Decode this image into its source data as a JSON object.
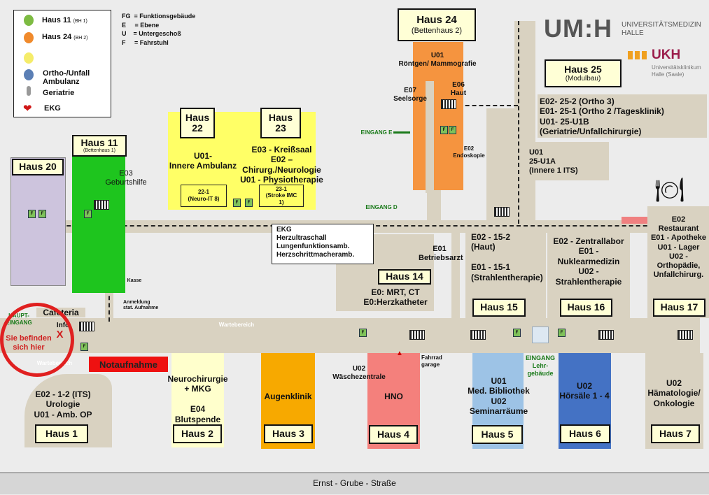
{
  "legend": {
    "items": [
      {
        "icon": "green-footprint-icon",
        "label": "Haus 11",
        "sub": "(BH 1)",
        "color": "#7dbb42"
      },
      {
        "icon": "orange-footprint-icon",
        "label": "Haus 24",
        "sub": "(BH 2)",
        "color": "#f08a2c"
      },
      {
        "icon": "yellow-footprint-icon",
        "label": "",
        "sub": "",
        "color": "#f5ec6a"
      },
      {
        "icon": "blue-footprint-icon",
        "label": "Ortho-/Unfall Ambulanz",
        "sub": "",
        "color": "#5b7fb5"
      },
      {
        "icon": "geriatric-person-icon",
        "label": "Geriatrie",
        "sub": ""
      },
      {
        "icon": "heart-icon",
        "label": "EKG",
        "sub": "",
        "color": "#d01818"
      }
    ],
    "abbreviations": [
      "FG  = Funktionsgebäude",
      "E     = Ebene",
      "U    = Untergeschoß",
      "F     = Fahrstuhl"
    ]
  },
  "logos": {
    "umh": "UM:H",
    "umh_text": "UNIVERSITÄTSMEDIZIN\nHALLE",
    "ukh": "UKH",
    "ukh_text": "Universitätsklinikum\nHalle (Saale)"
  },
  "colors": {
    "corridor": "#d9d2c1",
    "haus11": "#1ec51e",
    "haus20": "#cdc4dd",
    "haus22_23": "#ffff66",
    "haus24": "#f5943f",
    "haus2": "#ffffcc",
    "haus3": "#f7a900",
    "haus4": "#f4807c",
    "haus5": "#9dc3e6",
    "haus6": "#4472c4",
    "notaufnahme": "#ee1111",
    "you_are_here": "#e02020"
  },
  "buildings": {
    "haus20": {
      "label": "Haus 20"
    },
    "haus11": {
      "label": "Haus 11",
      "sub": "(Bettenhaus 1)",
      "text": "E03\nGeburtshilfe"
    },
    "haus22": {
      "label": "Haus\n22",
      "text": "U01-\nInnere Ambulanz",
      "room": "22-1\n(Neuro-IT 8)"
    },
    "haus23": {
      "label": "Haus\n23",
      "text": "E03 - Kreißsaal\nE02 –\nChirurg./Neurologie\nU01 - Physiotherapie",
      "room": "23-1\n(Stroke IMC\n1)"
    },
    "haus24": {
      "label": "Haus 24",
      "sub": "(Bettenhaus 2)",
      "text1": "U01\nRöntgen/ Mammografie",
      "text2": "E06\nHaut",
      "text3": "E07\nSeelsorge",
      "text4": "E02\nEndoskopie"
    },
    "haus25": {
      "label": "Haus 25",
      "sub": "(Modulbau)",
      "text1": "E02- 25-2 (Ortho 3)\nE01- 25-1 (Ortho 2 /Tagesklinik)\nU01- 25-U1B\n(Geriatrie/Unfallchirurgie)",
      "text2": "U01\n25-U1A\n(Innere 1 ITS)"
    },
    "haus14": {
      "label": "Haus 14",
      "text1": "E01\nBetriebsarzt",
      "text2": "E0: MRT, CT\nE0:Herzkatheter"
    },
    "ekg": {
      "text": "EKG\nHerzultraschall\nLungenfunktionsamb.\nHerzschrittmacheramb."
    },
    "haus15": {
      "label": "Haus 15",
      "text": "E02 - 15-2\n(Haut)\n\nE01 - 15-1\n(Strahlentherapie)"
    },
    "haus16": {
      "label": "Haus 16",
      "text": "E02 - Zentrallabor\nE01 -\nNuklearmedizin\nU02 -\nStrahlentherapie"
    },
    "haus17": {
      "label": "Haus 17",
      "text": "E02\nRestaurant\nE01 - Apotheke\nU01 - Lager\nU02 -\nOrthopädie,\nUnfallchirurg."
    },
    "haus1": {
      "label": "Haus 1",
      "text": "E02 - 1-2 (ITS)\nUrologie\nU01 - Amb. OP"
    },
    "haus2": {
      "label": "Haus 2",
      "text": "Neurochirurgie\n+ MKG\n\nE04\nBlutspende"
    },
    "haus3": {
      "label": "Haus 3",
      "text": "Augenklinik"
    },
    "haus4": {
      "label": "Haus 4",
      "text": "HNO"
    },
    "haus5": {
      "label": "Haus 5",
      "text": "U01\nMed. Bibliothek\nU02\nSeminarräume"
    },
    "haus6": {
      "label": "Haus 6",
      "text": "U02\nHörsäle 1 - 4"
    },
    "haus7": {
      "label": "Haus 7",
      "text": "U02\nHämatologie/\nOnkologie"
    }
  },
  "annotations": {
    "notaufnahme": "Notaufnahme",
    "eingang_e": "EINGANG E",
    "eingang_d": "EINGANG D",
    "hauptEingang": "HAUPT-\nEINGANG",
    "eingang_lehr": "EINGANG\nLehr-\ngebäude",
    "cafeteria": "Cafeteria",
    "info": "Info",
    "kasse": "Kasse",
    "anmeldung": "Anmeldung\nstat. Aufnahme",
    "wartebereich": "Wartebereich",
    "wartebereich2": "Wartebereich",
    "u02_waesche": "U02\nWäschezentrale",
    "fahrrad": "Fahrrad\ngarage",
    "you_are_here": "Sie befinden\nsich hier",
    "x_mark": "X",
    "lift": "F",
    "street": "Ernst - Grube - Straße"
  }
}
